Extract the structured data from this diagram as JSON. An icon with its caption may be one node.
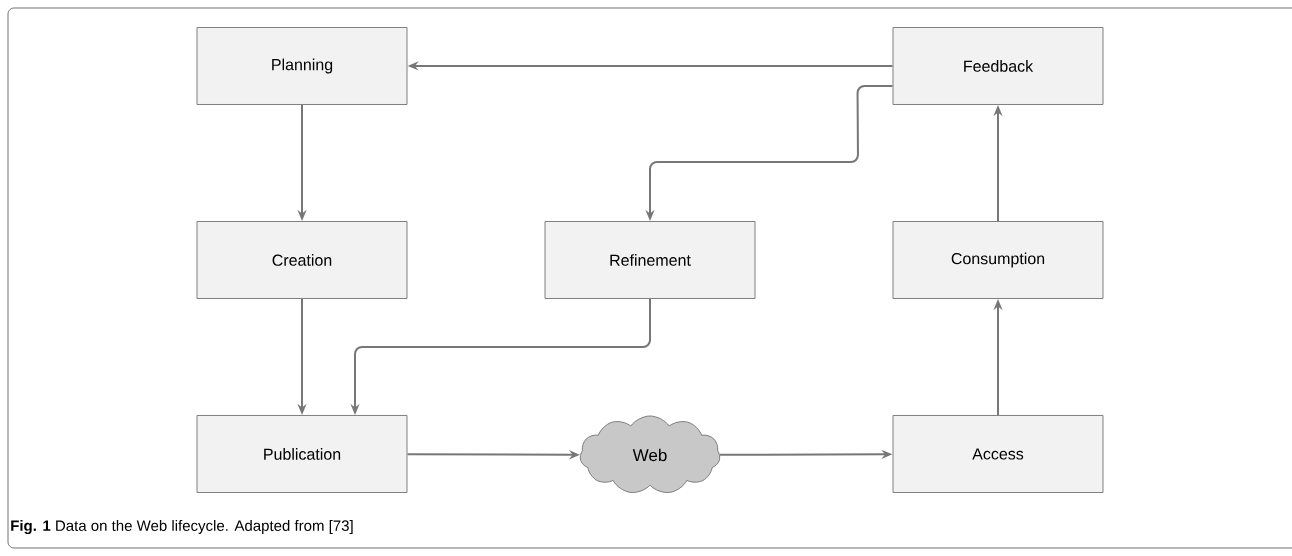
{
  "diagram": {
    "caption": "**Fig. 1** Data on the Web lifecycle. Adapted from [73]",
    "nodes": [
      {
        "text": [
          "Planning"
        ]
      },
      {
        "text": [
          "Feedback"
        ]
      },
      {
        "text": [
          "Creation"
        ]
      },
      {
        "text": [
          "Refinement"
        ]
      },
      {
        "text": [
          "Consumption"
        ]
      },
      {
        "text": [
          "Publication"
        ]
      },
      {
        "text": [
          "Web"
        ]
      },
      {
        "text": [
          "Access"
        ]
      }
    ],
    "edges": [
      {
        "from": 1,
        "to": 0,
        "arrow": "to"
      },
      {
        "from": 1,
        "to": 3,
        "arrow": "to"
      },
      {
        "from": 0,
        "to": 2,
        "arrow": "to"
      },
      {
        "from": 2,
        "to": 5,
        "arrow": "to"
      },
      {
        "from": 3,
        "to": 5,
        "arrow": "to"
      },
      {
        "from": 5,
        "to": 6,
        "arrow": "to"
      },
      {
        "from": 6,
        "to": 7,
        "arrow": "to"
      },
      {
        "from": 7,
        "to": 4,
        "arrow": "to"
      },
      {
        "from": 4,
        "to": 1,
        "arrow": "to"
      }
    ]
  }
}
